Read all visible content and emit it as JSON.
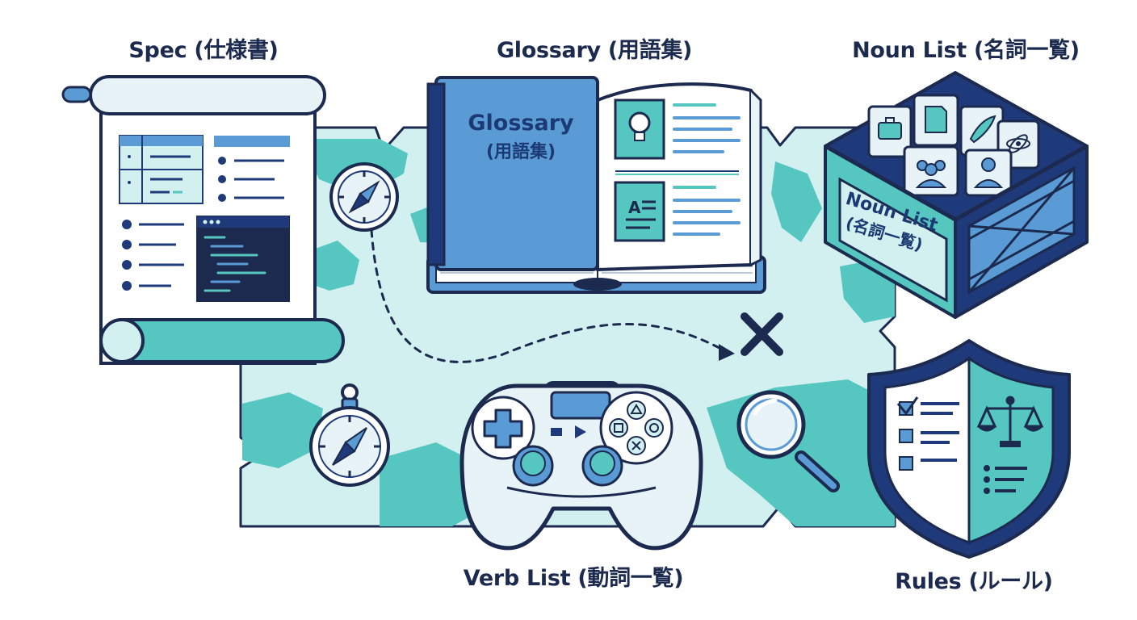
{
  "labels": {
    "spec": "Spec (仕様書)",
    "glossary": "Glossary (用語集)",
    "noun_list": "Noun List (名詞一覧)",
    "verb_list": "Verb List (動詞一覧)",
    "rules": "Rules (ルール)"
  },
  "book_cover": {
    "line1": "Glossary",
    "line2": "(用語集)",
    "entry_letter": "A"
  },
  "crate_label": {
    "line1": "Noun List",
    "line2": "(名詞一覧)"
  },
  "colors": {
    "outline": "#1b2a4e",
    "navy": "#1f3a7a",
    "blue": "#5b9bd5",
    "teal": "#56c6c0",
    "light_teal": "#d3f0f1",
    "pale": "#e7f3f7",
    "code_bg": "#1b2a4e"
  }
}
